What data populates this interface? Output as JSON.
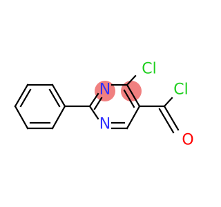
{
  "colors": {
    "bond": "#000000",
    "nitrogen": "#3333ff",
    "chlorine": "#1fcf1f",
    "oxygen": "#ff0000",
    "highlight": "#f08080"
  },
  "atoms": {
    "n1": "N",
    "n2": "N",
    "cl1": "Cl",
    "cl2": "Cl",
    "o1": "O"
  }
}
